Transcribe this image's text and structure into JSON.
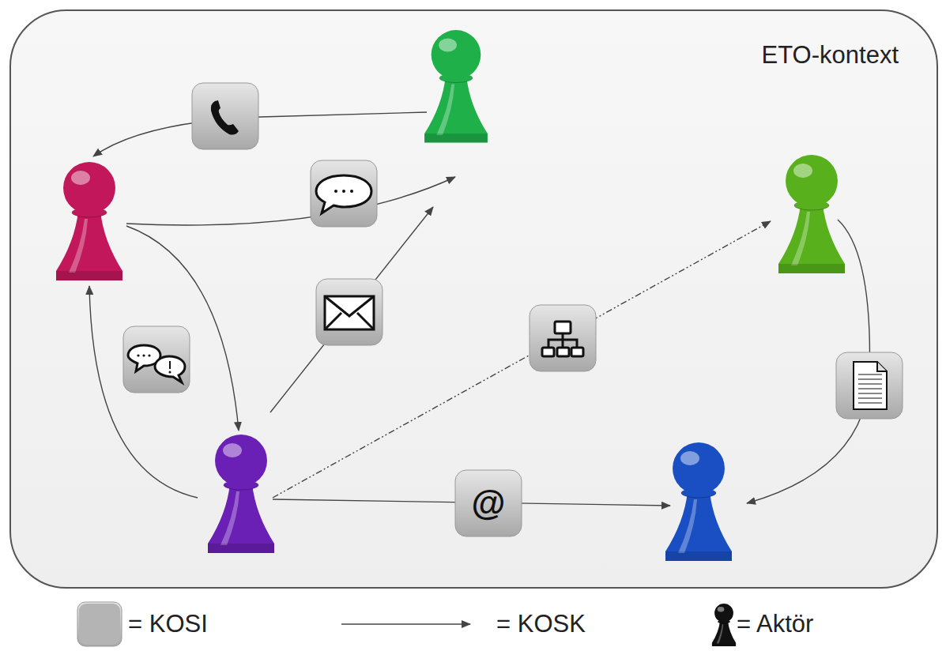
{
  "diagram": {
    "nodes": [
      {
        "text": [
          "ETO-kontext"
        ]
      }
    ],
    "labels": [
      "@"
    ],
    "legend": [
      {
        "text": "= KOSI",
        "color": "#b4b4b4"
      },
      {
        "text": "= KOSK"
      },
      {
        "text": "= Aktör"
      }
    ]
  }
}
